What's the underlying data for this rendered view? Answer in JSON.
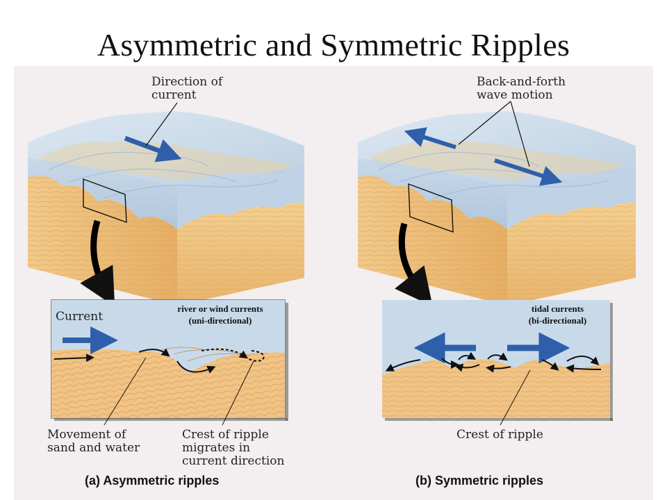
{
  "title": "Asymmetric and Symmetric Ripples",
  "left": {
    "top_label": "Direction of\ncurrent",
    "note_line1": "river or wind currents",
    "note_line2": "(uni-directional)",
    "current_label": "Current",
    "movement_label": "Movement of\nsand and water",
    "crest_label": "Crest of ripple\nmigrates in\ncurrent direction",
    "caption": "(a)  Asymmetric ripples"
  },
  "right": {
    "top_label": "Back-and-forth\nwave motion",
    "note_line1": "tidal currents",
    "note_line2": "(bi-directional)",
    "crest_label": "Crest of ripple",
    "caption": "(b)  Symmetric ripples"
  },
  "colors": {
    "water": "#c9d9e8",
    "sand": "#efc27d",
    "sand_dark": "#d89a4e",
    "arrow_blue": "#2f5faa",
    "panel_bg": "#f3eeef"
  }
}
